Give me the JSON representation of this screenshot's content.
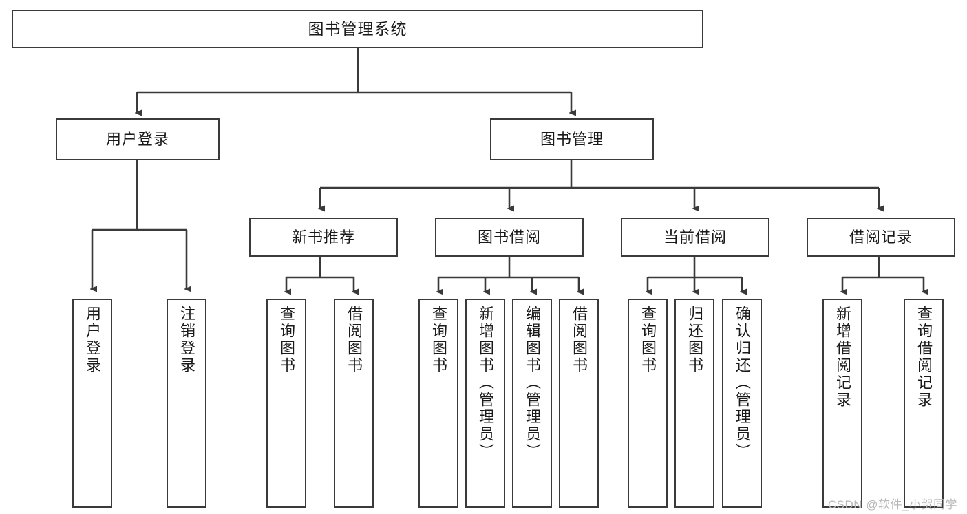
{
  "diagram": {
    "title": "图书管理系统",
    "type": "tree-hierarchy-diagram",
    "root": {
      "id": "root",
      "label": "图书管理系统"
    },
    "level2": [
      {
        "id": "user-login",
        "label": "用户登录"
      },
      {
        "id": "book-management",
        "label": "图书管理"
      }
    ],
    "level3": [
      {
        "id": "new-book-recommend",
        "label": "新书推荐"
      },
      {
        "id": "book-borrow",
        "label": "图书借阅"
      },
      {
        "id": "current-borrow",
        "label": "当前借阅"
      },
      {
        "id": "borrow-record",
        "label": "借阅记录"
      }
    ],
    "leaves": {
      "user_login": [
        {
          "id": "leaf-user-login",
          "label": "用户登录"
        },
        {
          "id": "leaf-logout-login",
          "label": "注销登录"
        }
      ],
      "new_book_recommend": [
        {
          "id": "leaf-query-book-1",
          "label": "查询图书"
        },
        {
          "id": "leaf-borrow-book-1",
          "label": "借阅图书"
        }
      ],
      "book_borrow": [
        {
          "id": "leaf-query-book-2",
          "label": "查询图书"
        },
        {
          "id": "leaf-add-book-admin",
          "label": "新增图书（管理员）"
        },
        {
          "id": "leaf-edit-book-admin",
          "label": "编辑图书（管理员）"
        },
        {
          "id": "leaf-borrow-book-2",
          "label": "借阅图书"
        }
      ],
      "current_borrow": [
        {
          "id": "leaf-query-book-3",
          "label": "查询图书"
        },
        {
          "id": "leaf-return-book",
          "label": "归还图书"
        },
        {
          "id": "leaf-confirm-return-admin",
          "label": "确认归还（管理员）"
        }
      ],
      "borrow_record": [
        {
          "id": "leaf-add-borrow-record",
          "label": "新增借阅记录"
        },
        {
          "id": "leaf-query-borrow-record",
          "label": "查询借阅记录"
        }
      ]
    },
    "watermark": "CSDN @软件_小贺同学",
    "colors": {
      "stroke": "#3a3a3a",
      "fill": "#ffffff",
      "text": "#1a1a1a",
      "watermark": "#b8b8b8"
    }
  }
}
